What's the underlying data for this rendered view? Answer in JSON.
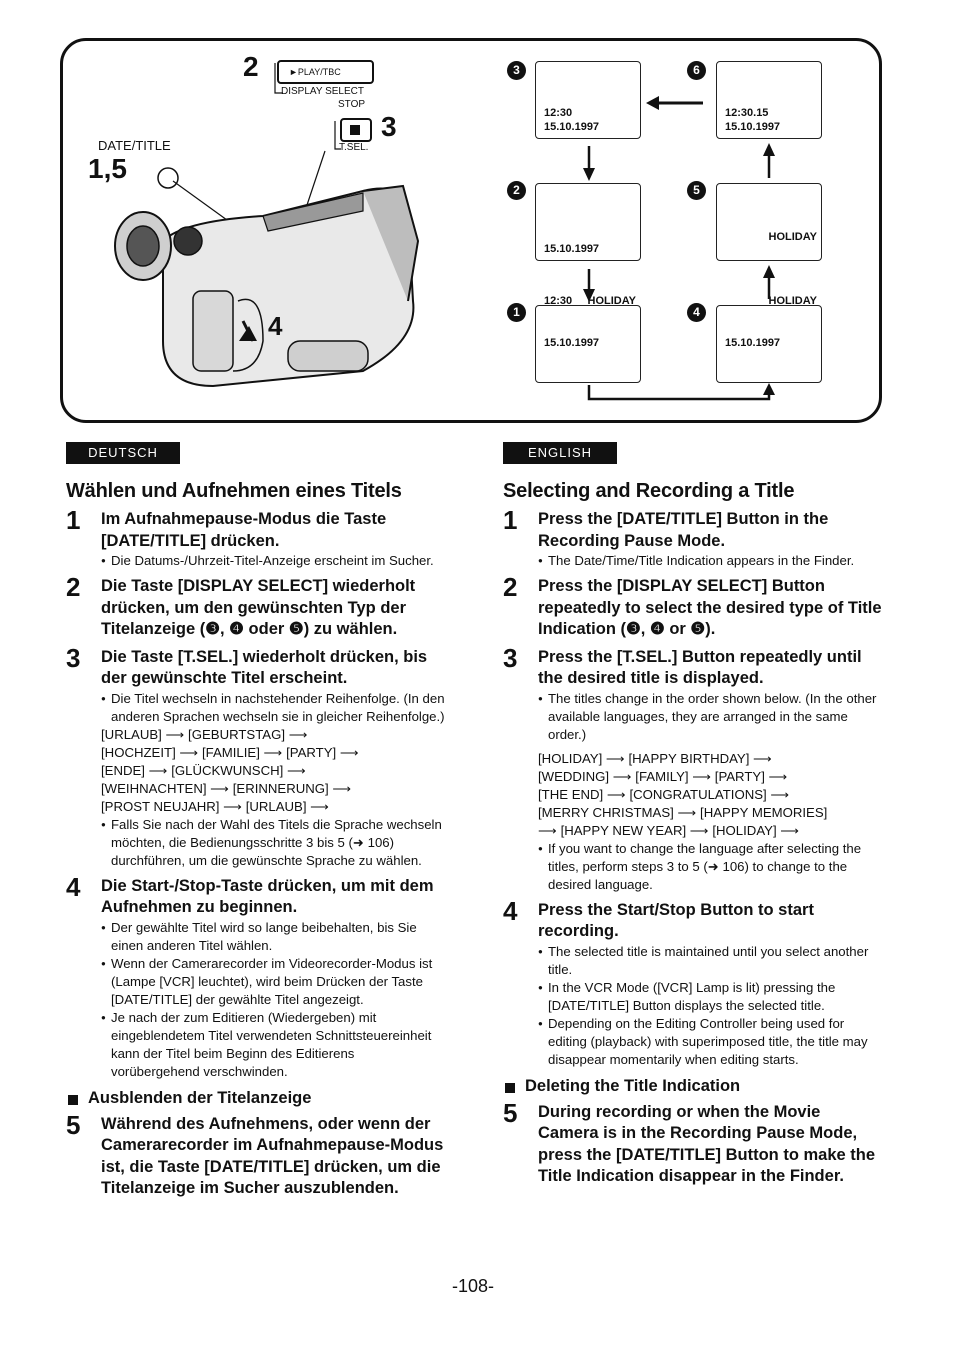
{
  "figure": {
    "label_step2": "2",
    "btn_play": "►PLAY/TBC",
    "label_display_select": "DISPLAY SELECT",
    "label_stop": "STOP",
    "label_step3": "3",
    "label_tsel": "T.SEL.",
    "label_date_title": "DATE/TITLE",
    "label_step15": "1,5",
    "label_step4": "4",
    "screens": [
      {
        "num": "3",
        "lines": [
          "12:30",
          "15.10.1997"
        ]
      },
      {
        "num": "2",
        "lines": [
          "15.10.1997"
        ]
      },
      {
        "num": "1",
        "lines": [
          "12:30 HOLIDAY",
          "15.10.1997"
        ]
      },
      {
        "num": "6",
        "lines": [
          "12:30.15",
          "15.10.1997"
        ]
      },
      {
        "num": "5",
        "lines": [
          "HOLIDAY"
        ]
      },
      {
        "num": "4",
        "lines": [
          "HOLIDAY",
          "15.10.1997"
        ]
      }
    ],
    "screen_tags": {
      "s1_time": "12:30",
      "s1_title": "HOLIDAY"
    }
  },
  "de": {
    "badge": "DEUTSCH",
    "title": "Wählen und Aufnehmen eines Titels",
    "s1_num": "1",
    "s1_head": "Im Aufnahmepause-Modus die Taste [DATE/TITLE] drücken.",
    "s1_b1": "Die Datums-/Uhrzeit-Titel-Anzeige erscheint im Sucher.",
    "s2_num": "2",
    "s2_head": "Die Taste [DISPLAY SELECT] wiederholt drücken, um den gewünschten Typ der Titelanzeige (❸, ❹ oder ❺) zu wählen.",
    "s3_num": "3",
    "s3_head": "Die Taste [T.SEL.] wiederholt drücken, bis der gewünschte Titel erscheint.",
    "s3_b1": "Die Titel wechseln in nachstehender Reihenfolge. (In den anderen Sprachen wechseln sie in gleicher Reihenfolge.)",
    "s3_l1": "[URLAUB] ⟶ [GEBURTSTAG] ⟶",
    "s3_l2": "[HOCHZEIT] ⟶ [FAMILIE] ⟶ [PARTY] ⟶",
    "s3_l3": "[ENDE] ⟶ [GLÜCKWUNSCH] ⟶",
    "s3_l4": "[WEIHNACHTEN] ⟶ [ERINNERUNG] ⟶",
    "s3_l5": "[PROST NEUJAHR] ⟶ [URLAUB] ⟶",
    "s3_b2": "Falls Sie nach der Wahl des Titels die Sprache wechseln möchten, die Bedienungsschritte 3 bis 5 (➜ 106) durchführen, um die gewünschte Sprache zu wählen.",
    "s4_num": "4",
    "s4_head": "Die Start-/Stop-Taste drücken, um mit dem Aufnehmen zu beginnen.",
    "s4_b1": "Der gewählte Titel wird so lange beibehalten, bis Sie einen anderen Titel wählen.",
    "s4_b2": "Wenn der Camerarecorder im Videorecorder-Modus ist (Lampe [VCR] leuchtet), wird beim Drücken der Taste [DATE/TITLE] der gewählte Titel angezeigt.",
    "s4_b3": "Je nach der zum Editieren (Wiedergeben) mit eingeblendetem Titel verwendeten Schnittsteuereinheit kann der Titel beim Beginn des Editierens vorübergehend verschwinden.",
    "sec": "Ausblenden der Titelanzeige",
    "s5_num": "5",
    "s5_head": "Während des Aufnehmens, oder wenn der Camerarecorder im Aufnahmepause-Modus ist, die Taste [DATE/TITLE] drücken, um die Titelanzeige im Sucher auszublenden."
  },
  "en": {
    "badge": "ENGLISH",
    "title": "Selecting and Recording a Title",
    "s1_num": "1",
    "s1_head": "Press the [DATE/TITLE] Button in the Recording Pause Mode.",
    "s1_b1": "The Date/Time/Title Indication appears in the Finder.",
    "s2_num": "2",
    "s2_head": "Press the [DISPLAY SELECT] Button repeatedly to select the desired type of Title Indication (❸, ❹ or ❺).",
    "s3_num": "3",
    "s3_head": "Press the [T.SEL.] Button repeatedly until the desired title is displayed.",
    "s3_b1": "The titles change in the order shown below. (In the other available languages, they are arranged in the same order.)",
    "s3_l1": "[HOLIDAY] ⟶ [HAPPY BIRTHDAY] ⟶",
    "s3_l2": "[WEDDING] ⟶ [FAMILY] ⟶ [PARTY] ⟶",
    "s3_l3": "[THE END] ⟶ [CONGRATULATIONS] ⟶",
    "s3_l4": "[MERRY CHRISTMAS] ⟶ [HAPPY MEMORIES]",
    "s3_l5": "⟶ [HAPPY NEW YEAR] ⟶ [HOLIDAY] ⟶",
    "s3_b2": "If you want to change the language after selecting the titles, perform steps 3 to 5 (➜ 106) to change to the desired language.",
    "s4_num": "4",
    "s4_head": "Press the Start/Stop Button to start recording.",
    "s4_b1": "The selected title is maintained until you select another title.",
    "s4_b2": "In the VCR Mode ([VCR] Lamp is lit) pressing the [DATE/TITLE] Button displays the selected title.",
    "s4_b3": "Depending on the Editing Controller being used for editing (playback) with superimposed title, the title may disappear momentarily when editing starts.",
    "sec": "Deleting the Title Indication",
    "s5_num": "5",
    "s5_head": "During recording or when the Movie Camera is in the Recording Pause Mode, press the [DATE/TITLE] Button to make the Title Indication disappear in the Finder."
  },
  "page_number": "-108-"
}
